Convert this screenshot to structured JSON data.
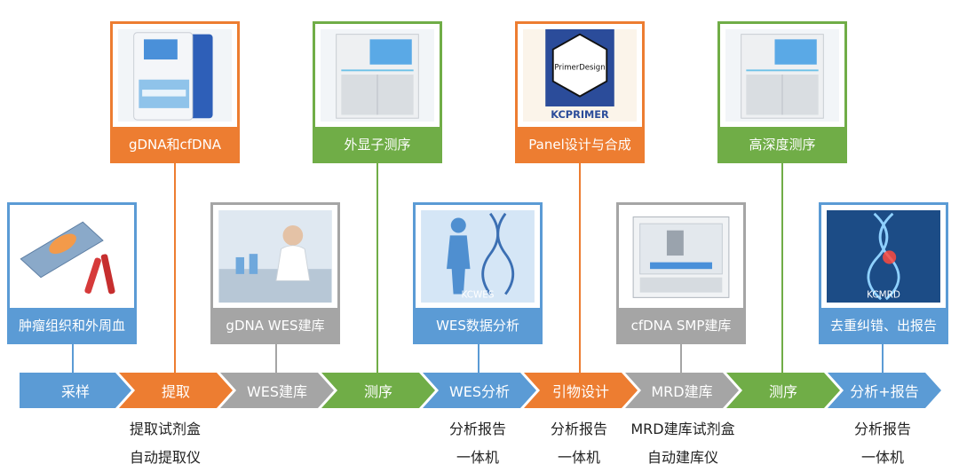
{
  "cards": {
    "tumor": "肿瘤组织和外周血",
    "extract": "gDNA和cfDNA",
    "wes_lib": "gDNA WES建库",
    "exome_seq": "外显子测序",
    "wes_analysis": "WES数据分析",
    "kcwes_label": "KCWES",
    "panel": "Panel设计与合成",
    "primerdesign_label": "PrimerDesign",
    "kcprimer_label": "KCPRIMER",
    "mrd_lib": "cfDNA SMP建库",
    "deep_seq": "高深度测序",
    "report": "去重纠错、出报告",
    "kcmrd_label": "KCMRD"
  },
  "steps": [
    "采样",
    "提取",
    "WES建库",
    "测序",
    "WES分析",
    "引物设计",
    "MRD建库",
    "测序",
    "分析+报告"
  ],
  "subs": {
    "extract": [
      "提取试剂盒",
      "自动提取仪"
    ],
    "wes_analysis": [
      "分析报告",
      "一体机"
    ],
    "primer": [
      "分析报告",
      "一体机"
    ],
    "mrd": [
      "MRD建库试剂盒",
      "自动建库仪"
    ],
    "report": [
      "分析报告",
      "一体机"
    ]
  },
  "colors": {
    "blue": "#5b9bd5",
    "orange": "#ed7d31",
    "gray": "#a5a5a5",
    "green": "#70ad47"
  }
}
